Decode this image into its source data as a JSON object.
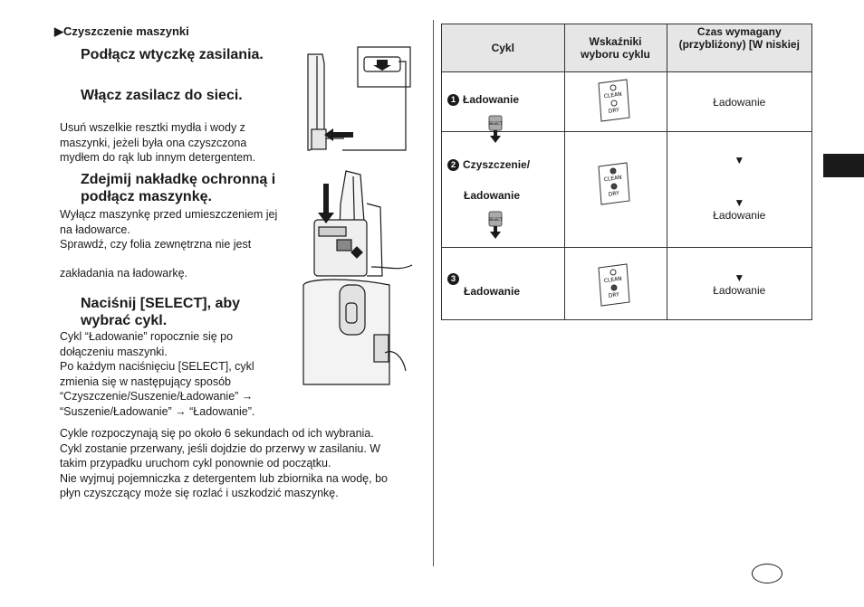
{
  "left": {
    "section_title": "Czyszczenie maszynki",
    "step1_heading": "Podłącz wtyczkę zasilania.",
    "step2_heading": "Włącz zasilacz do sieci.",
    "step2_text": [
      "Usuń wszelkie resztki mydła i wody z",
      "maszynki, jeżeli była ona czyszczona",
      "mydłem do rąk lub innym detergentem."
    ],
    "step3_heading": [
      "Zdejmij nakładkę ochronną i",
      "podłącz maszynkę."
    ],
    "step3_text": [
      "Wyłącz maszynkę przed umieszczeniem jej",
      "na ładowarce.",
      "Sprawdź, czy folia zewnętrzna nie jest"
    ],
    "step3_text_b": "zakładania na ładowarkę.",
    "step4_heading": [
      "Naciśnij [SELECT], aby",
      "wybrać cykl."
    ],
    "step4_text": [
      "Cykl “Ładowanie” ropocznie się po",
      "dołączeniu maszynki.",
      "Po każdym naciśnięciu [SELECT], cykl",
      "zmienia się w następujący sposób",
      "“Czyszczenie/Suszenie/Ładowanie” →",
      "“Suszenie/Ładowanie” → “Ładowanie”."
    ],
    "notes": [
      "Cykle rozpoczynają się po około 6 sekundach od ich wybrania.",
      "Cykl zostanie przerwany, jeśli dojdzie do przerwy w zasilaniu. W",
      "takim przypadku uruchom cykl ponownie od początku.",
      "Nie wyjmuj pojemniczka z detergentem lub zbiornika na wodę, bo",
      "płyn czyszczący może się rozlać i uszkodzić maszynkę."
    ]
  },
  "table": {
    "headers": [
      "Cykl",
      [
        "Wskaźniki",
        "wyboru cyklu"
      ],
      [
        "Czas wymagany",
        "(przybliżony) [W niskiej"
      ]
    ],
    "rows": [
      {
        "num": "1",
        "label": "Ładowanie",
        "time": "Ładowanie",
        "clean_lit": false,
        "dry_lit": false
      },
      {
        "num": "2",
        "label": "Czyszczenie/",
        "label2": "Ładowanie",
        "time_arrow1": "▼",
        "time_arrow2": "▼",
        "time": "Ładowanie",
        "clean_lit": true,
        "dry_lit": true
      },
      {
        "num": "3",
        "label": "Ładowanie",
        "time_arrow1": "▼",
        "time": "Ładowanie",
        "clean_lit": false,
        "dry_lit": true
      }
    ],
    "indicator_labels": {
      "clean": "CLEAN",
      "dry": "DRY"
    },
    "select_label": "SELECT"
  },
  "colors": {
    "text": "#1a1a1a",
    "header_bg": "#e6e6e6",
    "tab": "#1a1a1a"
  }
}
